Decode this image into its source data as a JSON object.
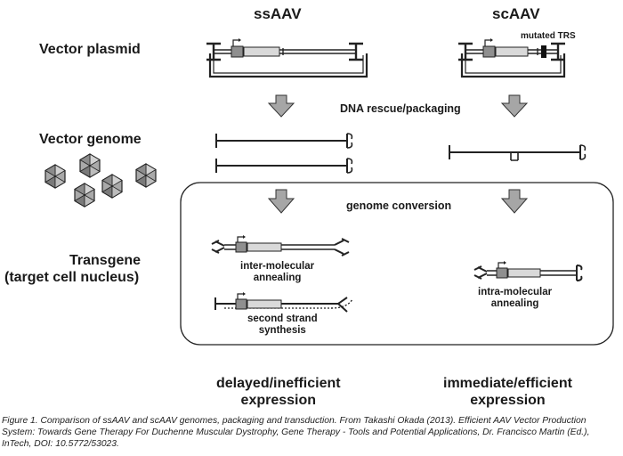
{
  "headers": {
    "ssaav": "ssAAV",
    "scaav": "scAAV"
  },
  "rows": {
    "vector_plasmid": "Vector plasmid",
    "vector_genome": "Vector genome",
    "transgene_line1": "Transgene",
    "transgene_line2": "(target cell nucleus)"
  },
  "steps": {
    "dna_rescue": "DNA rescue/packaging",
    "genome_conversion": "genome conversion"
  },
  "labels": {
    "mutated_trs": "mutated TRS",
    "inter_molecular_1": "inter-molecular",
    "inter_molecular_2": "annealing",
    "second_strand_1": "second strand",
    "second_strand_2": "synthesis",
    "intra_molecular_1": "intra-molecular",
    "intra_molecular_2": "annealing"
  },
  "outcomes": {
    "ssaav_1": "delayed/inefficient",
    "ssaav_2": "expression",
    "scaav_1": "immediate/efficient",
    "scaav_2": "expression"
  },
  "caption": "Figure 1. Comparison of ssAAV and scAAV genomes, packaging and transduction. From Takashi Okada (2013). Efficient AAV Vector Production System: Towards Gene Therapy For Duchenne Muscular Dystrophy, Gene Therapy - Tools and Potential Applications, Dr. Francisco Martin (Ed.), InTech, DOI: 10.5772/53023.",
  "colors": {
    "arrow_fill": "#a6a6a6",
    "box_fill": "#d9d9d9",
    "promoter_fill": "#8f8f8f",
    "line": "#222222"
  }
}
